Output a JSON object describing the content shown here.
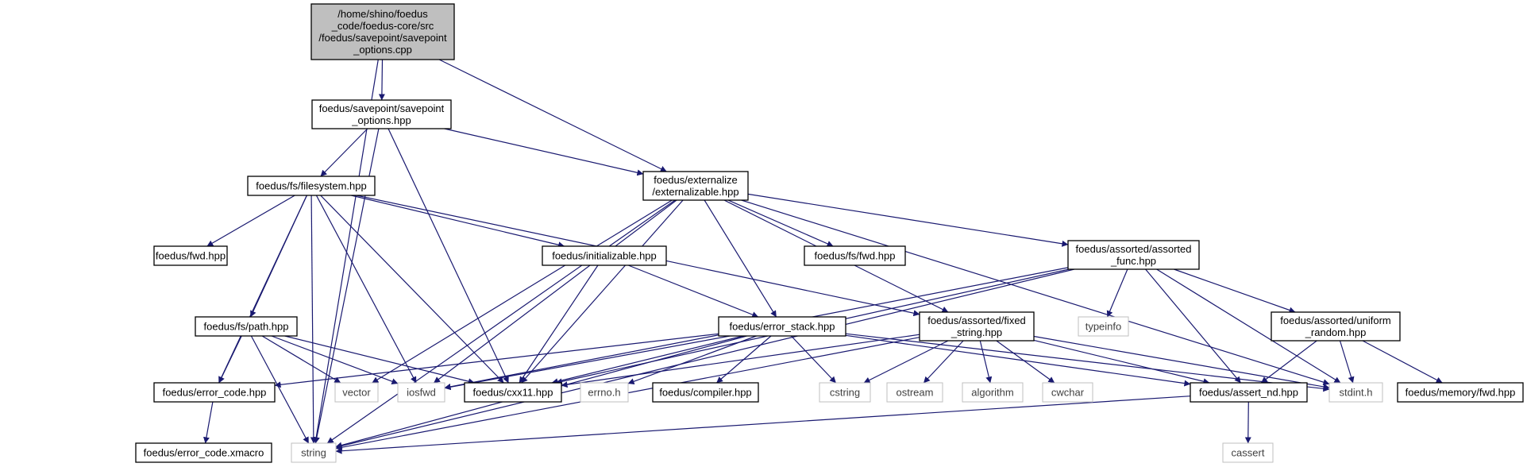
{
  "colors": {
    "edge": "#191970",
    "box_border_main": "#000000",
    "box_border_system": "#bfbfbf",
    "root_fill": "#bfbfbf",
    "text_main": "#000000",
    "text_system": "#404040"
  },
  "nodes": [
    {
      "id": "root",
      "lines": [
        "/home/shino/foedus",
        "_code/foedus-core/src",
        "/foedus/savepoint/savepoint",
        "_options.cpp"
      ],
      "kind": "root"
    },
    {
      "id": "savepoint_options_hpp",
      "lines": [
        "foedus/savepoint/savepoint",
        "_options.hpp"
      ],
      "kind": "local"
    },
    {
      "id": "fs_filesystem",
      "lines": [
        "foedus/fs/filesystem.hpp"
      ],
      "kind": "local"
    },
    {
      "id": "externalizable",
      "lines": [
        "foedus/externalize",
        "/externalizable.hpp"
      ],
      "kind": "local"
    },
    {
      "id": "fwd_hpp",
      "lines": [
        "foedus/fwd.hpp"
      ],
      "kind": "local"
    },
    {
      "id": "initializable",
      "lines": [
        "foedus/initializable.hpp"
      ],
      "kind": "local"
    },
    {
      "id": "fs_fwd",
      "lines": [
        "foedus/fs/fwd.hpp"
      ],
      "kind": "local"
    },
    {
      "id": "assorted_func",
      "lines": [
        "foedus/assorted/assorted",
        "_func.hpp"
      ],
      "kind": "local"
    },
    {
      "id": "fs_path",
      "lines": [
        "foedus/fs/path.hpp"
      ],
      "kind": "local"
    },
    {
      "id": "error_stack",
      "lines": [
        "foedus/error_stack.hpp"
      ],
      "kind": "local"
    },
    {
      "id": "fixed_string",
      "lines": [
        "foedus/assorted/fixed",
        "_string.hpp"
      ],
      "kind": "local"
    },
    {
      "id": "typeinfo",
      "lines": [
        "typeinfo"
      ],
      "kind": "system"
    },
    {
      "id": "uniform_random",
      "lines": [
        "foedus/assorted/uniform",
        "_random.hpp"
      ],
      "kind": "local"
    },
    {
      "id": "error_code",
      "lines": [
        "foedus/error_code.hpp"
      ],
      "kind": "local"
    },
    {
      "id": "vector",
      "lines": [
        "vector"
      ],
      "kind": "system"
    },
    {
      "id": "iosfwd",
      "lines": [
        "iosfwd"
      ],
      "kind": "system"
    },
    {
      "id": "cxx11",
      "lines": [
        "foedus/cxx11.hpp"
      ],
      "kind": "local"
    },
    {
      "id": "errno",
      "lines": [
        "errno.h"
      ],
      "kind": "system"
    },
    {
      "id": "compiler",
      "lines": [
        "foedus/compiler.hpp"
      ],
      "kind": "local"
    },
    {
      "id": "cstring",
      "lines": [
        "cstring"
      ],
      "kind": "system"
    },
    {
      "id": "ostream",
      "lines": [
        "ostream"
      ],
      "kind": "system"
    },
    {
      "id": "algorithm",
      "lines": [
        "algorithm"
      ],
      "kind": "system"
    },
    {
      "id": "cwchar",
      "lines": [
        "cwchar"
      ],
      "kind": "system"
    },
    {
      "id": "assert_nd",
      "lines": [
        "foedus/assert_nd.hpp"
      ],
      "kind": "local"
    },
    {
      "id": "stdint",
      "lines": [
        "stdint.h"
      ],
      "kind": "system"
    },
    {
      "id": "memory_fwd",
      "lines": [
        "foedus/memory/fwd.hpp"
      ],
      "kind": "local"
    },
    {
      "id": "error_code_xmacro",
      "lines": [
        "foedus/error_code.xmacro"
      ],
      "kind": "local"
    },
    {
      "id": "string",
      "lines": [
        "string"
      ],
      "kind": "system"
    },
    {
      "id": "cassert",
      "lines": [
        "cassert"
      ],
      "kind": "system"
    }
  ],
  "edges": [
    [
      "root",
      "savepoint_options_hpp"
    ],
    [
      "root",
      "externalizable"
    ],
    [
      "root",
      "string"
    ],
    [
      "savepoint_options_hpp",
      "fs_filesystem"
    ],
    [
      "savepoint_options_hpp",
      "externalizable"
    ],
    [
      "savepoint_options_hpp",
      "cxx11"
    ],
    [
      "savepoint_options_hpp",
      "string"
    ],
    [
      "fs_filesystem",
      "fwd_hpp"
    ],
    [
      "fs_filesystem",
      "initializable"
    ],
    [
      "fs_filesystem",
      "fs_path"
    ],
    [
      "fs_filesystem",
      "fixed_string"
    ],
    [
      "fs_filesystem",
      "error_code"
    ],
    [
      "fs_filesystem",
      "iosfwd"
    ],
    [
      "fs_filesystem",
      "cxx11"
    ],
    [
      "fs_filesystem",
      "string"
    ],
    [
      "externalizable",
      "fs_fwd"
    ],
    [
      "externalizable",
      "assorted_func"
    ],
    [
      "externalizable",
      "error_stack"
    ],
    [
      "externalizable",
      "fixed_string"
    ],
    [
      "externalizable",
      "vector"
    ],
    [
      "externalizable",
      "iosfwd"
    ],
    [
      "externalizable",
      "cxx11"
    ],
    [
      "externalizable",
      "stdint"
    ],
    [
      "externalizable",
      "string"
    ],
    [
      "initializable",
      "error_stack"
    ],
    [
      "initializable",
      "cxx11"
    ],
    [
      "assorted_func",
      "typeinfo"
    ],
    [
      "assorted_func",
      "uniform_random"
    ],
    [
      "assorted_func",
      "assert_nd"
    ],
    [
      "assorted_func",
      "stdint"
    ],
    [
      "assorted_func",
      "iosfwd"
    ],
    [
      "assorted_func",
      "cxx11"
    ],
    [
      "assorted_func",
      "string"
    ],
    [
      "fs_path",
      "error_code"
    ],
    [
      "fs_path",
      "vector"
    ],
    [
      "fs_path",
      "iosfwd"
    ],
    [
      "fs_path",
      "cxx11"
    ],
    [
      "fs_path",
      "string"
    ],
    [
      "error_stack",
      "error_code"
    ],
    [
      "error_stack",
      "iosfwd"
    ],
    [
      "error_stack",
      "cxx11"
    ],
    [
      "error_stack",
      "errno"
    ],
    [
      "error_stack",
      "compiler"
    ],
    [
      "error_stack",
      "cstring"
    ],
    [
      "error_stack",
      "assert_nd"
    ],
    [
      "error_stack",
      "stdint"
    ],
    [
      "error_stack",
      "string"
    ],
    [
      "fixed_string",
      "cxx11"
    ],
    [
      "fixed_string",
      "cstring"
    ],
    [
      "fixed_string",
      "ostream"
    ],
    [
      "fixed_string",
      "algorithm"
    ],
    [
      "fixed_string",
      "cwchar"
    ],
    [
      "fixed_string",
      "assert_nd"
    ],
    [
      "fixed_string",
      "stdint"
    ],
    [
      "fixed_string",
      "string"
    ],
    [
      "uniform_random",
      "assert_nd"
    ],
    [
      "uniform_random",
      "stdint"
    ],
    [
      "uniform_random",
      "memory_fwd"
    ],
    [
      "error_code",
      "error_code_xmacro"
    ],
    [
      "assert_nd",
      "cassert"
    ],
    [
      "assert_nd",
      "string"
    ]
  ]
}
